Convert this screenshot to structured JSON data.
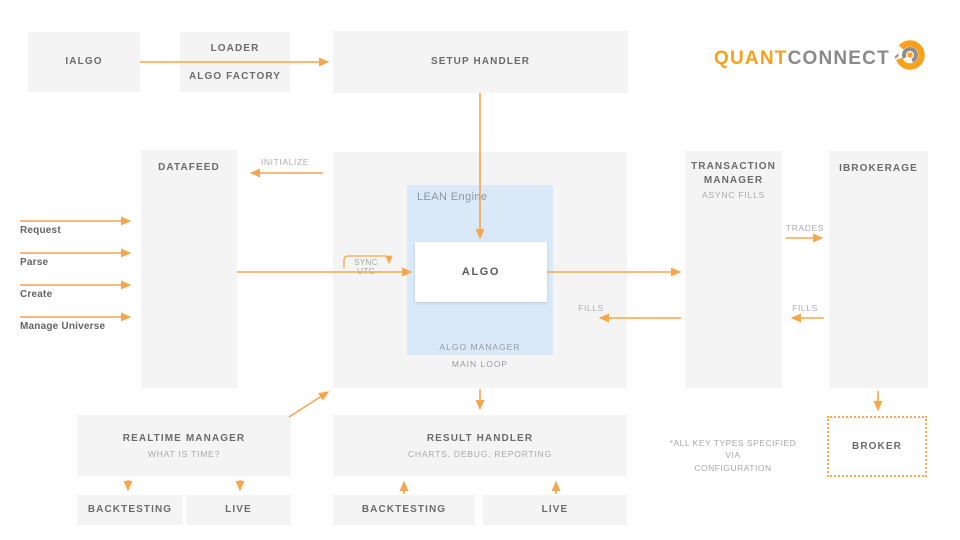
{
  "colors": {
    "accent_orange": "#f7a64b",
    "logo_orange": "#f9a11b",
    "logo_gray": "#8a8a8a",
    "box_gray": "#f4f4f5",
    "lean_blue": "#d9e9f8"
  },
  "logo": {
    "brand_orange": "QUANT",
    "brand_gray": "CONNECT",
    "icon": "quantconnect-swirl-icon"
  },
  "top": {
    "ialgo": "IALGO",
    "loader": "LOADER",
    "algo_factory": "ALGO FACTORY",
    "setup_handler": "SETUP HANDLER"
  },
  "left_flow": {
    "request": "Request",
    "parse": "Parse",
    "create": "Create",
    "manage_universe": "Manage Universe"
  },
  "datafeed": {
    "title": "DATAFEED",
    "initialize": "INITIALIZE"
  },
  "engine": {
    "lean": "LEAN Engine",
    "algo": "ALGO",
    "algo_manager": "ALGO MANAGER",
    "main_loop": "MAIN LOOP",
    "sync_utc": "SYNC UTC",
    "fills": "FILLS"
  },
  "right": {
    "transaction_manager": "TRANSACTION MANAGER",
    "async_fills": "ASYNC FILLS",
    "ibrokerage": "IBROKERAGE",
    "trades": "TRADES",
    "fills": "FILLS",
    "broker": "BROKER"
  },
  "bottom": {
    "realtime_manager": "REALTIME MANAGER",
    "what_is_time": "WHAT IS TIME?",
    "result_handler": "RESULT HANDLER",
    "charts_debug": "CHARTS, DEBUG, REPORTING",
    "backtesting_left": "BACKTESTING",
    "live_left": "LIVE",
    "backtesting_center": "BACKTESTING",
    "live_center": "LIVE",
    "note_line1": "*ALL KEY TYPES SPECIFIED VIA",
    "note_line2": "CONFIGURATION"
  }
}
